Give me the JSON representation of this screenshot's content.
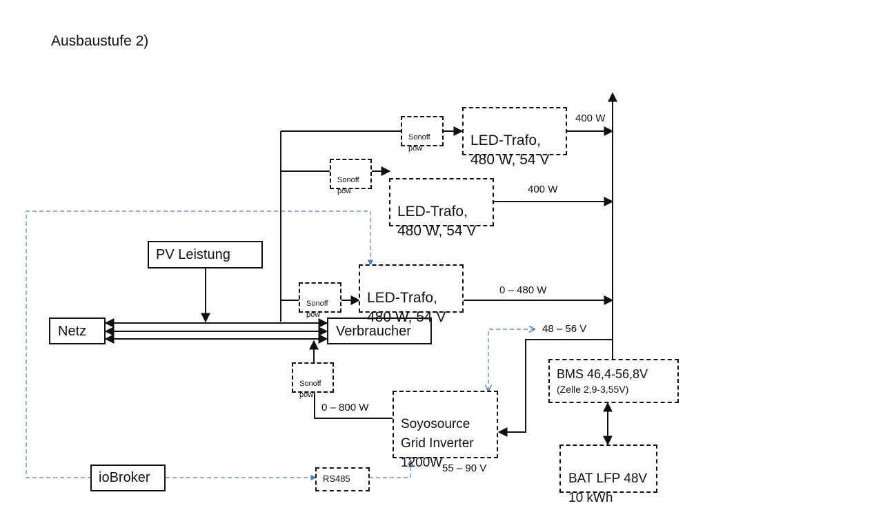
{
  "title": "Ausbaustufe 2)",
  "nodes": {
    "netz": "Netz",
    "pv": "PV Leistung",
    "verbraucher": "Verbraucher",
    "iobroker": "ioBroker",
    "rs485": "RS485",
    "soyo": "Soyosource\nGrid Inverter\n1200W",
    "bms_main": "BMS 46,4-56,8V",
    "bms_sub": "(Zelle 2,9-3,55V)",
    "bat": "BAT LFP 48V\n10 kWh",
    "trafo1": "LED-Trafo,\n480 W, 54 V",
    "trafo2": "LED-Trafo,\n480 W, 54 V",
    "trafo3": "LED-Trafo,\n480 W, 54 V",
    "sonoff1": "Sonoff\npow",
    "sonoff2": "Sonoff\npow",
    "sonoff3": "Sonoff\npow",
    "sonoff4": "Sonoff\npow"
  },
  "labels": {
    "p1": "400 W",
    "p2": "400 W",
    "p3": "0 – 480 W",
    "v_bus": "48 – 56 V",
    "p_inv": "0 – 800 W",
    "v_inv": "55 – 90 V"
  },
  "colors": {
    "line": "#111111",
    "comm": "#4a7ebb"
  }
}
